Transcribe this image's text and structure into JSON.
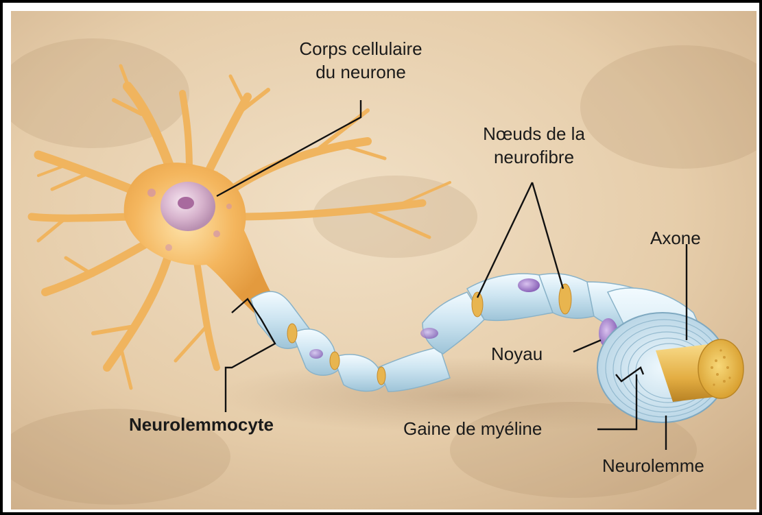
{
  "labels": {
    "cell_body": [
      "Corps cellulaire",
      "du neurone"
    ],
    "nodes": [
      "Nœuds de la",
      "neurofibre"
    ],
    "axon": "Axone",
    "nucleus": "Noyau",
    "schwann_cell": "Neurolemmocyte",
    "myelin_sheath": "Gaine de myéline",
    "neurilemma": "Neurolemme"
  },
  "colors": {
    "background": "#e9d2b4",
    "neuron_body": "#f2b45a",
    "dendrite": "#f4c176",
    "myelin": "#cfe6f2",
    "node_ring": "#e9b24d",
    "nucleus": "#b38ad0",
    "axon_core": "#e6b74c",
    "leader_line": "#111111"
  }
}
